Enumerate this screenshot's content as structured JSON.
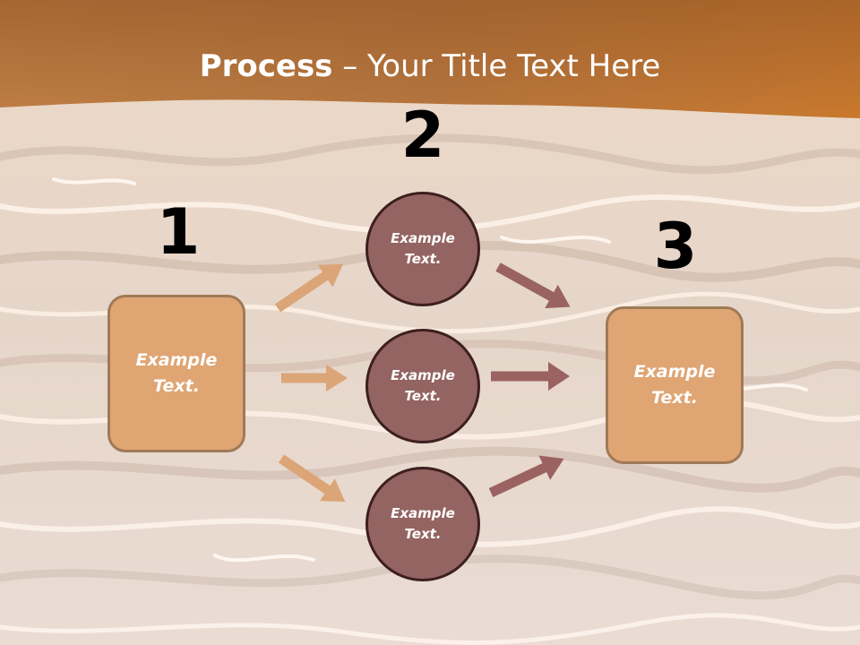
{
  "title": {
    "bold": "Process",
    "rest": " – Your Title Text Here"
  },
  "steps": [
    {
      "number": "1",
      "text": "Example Text."
    },
    {
      "number": "2",
      "text": "Example Text."
    },
    {
      "number": "3",
      "text": "Example Text."
    }
  ],
  "middle_items": [
    {
      "text": "Example Text."
    },
    {
      "text": "Example Text."
    },
    {
      "text": "Example Text."
    }
  ],
  "colors": {
    "header": "#c47a3a",
    "box_fill": "#dfa573",
    "box_border": "#a07a57",
    "circle_fill": "#946462",
    "circle_border": "#3d1f1f",
    "arrow_left": "#dba578",
    "arrow_right": "#9b6262"
  }
}
